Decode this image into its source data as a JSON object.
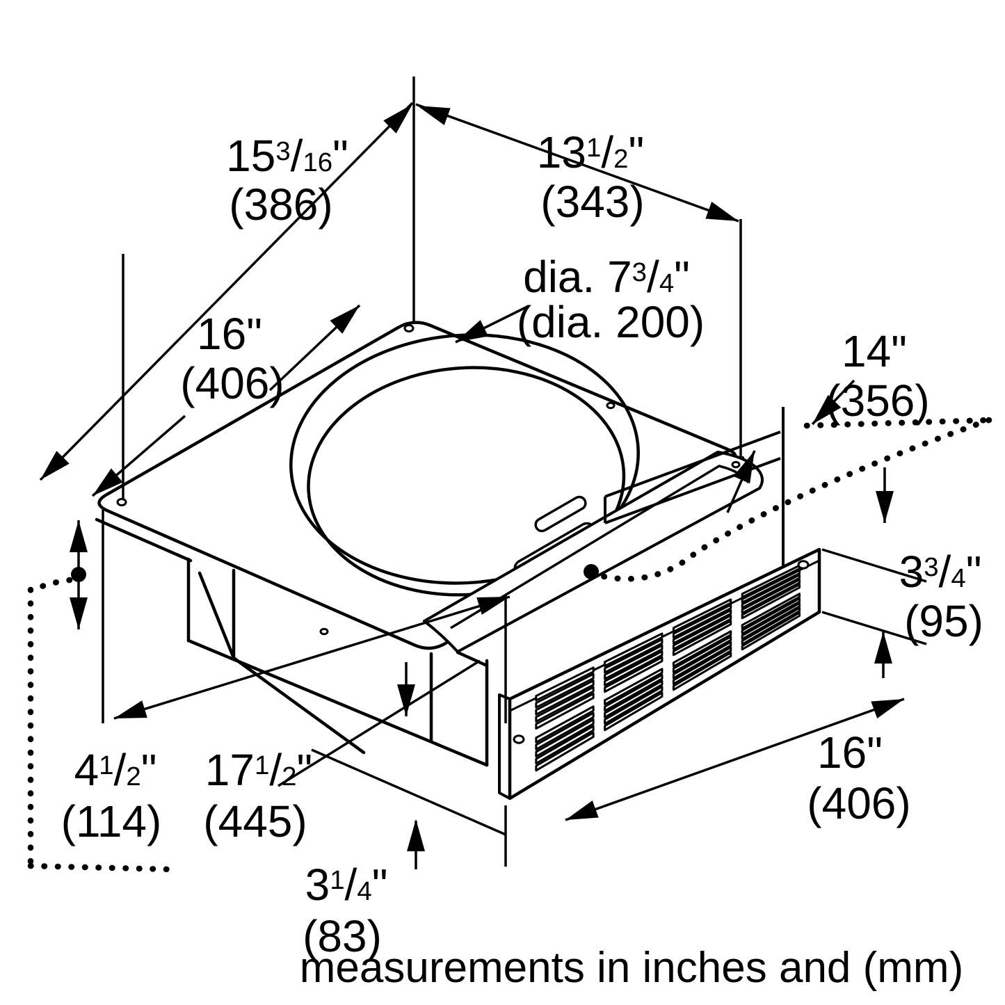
{
  "drawing": {
    "caption": "measurements in inches and (mm)",
    "line_color": "#000000",
    "background_color": "#ffffff",
    "dimensions": {
      "top_depth": {
        "inches": "15 3/16\"",
        "mm": "(386)"
      },
      "top_width": {
        "inches": "13 1/2\"",
        "mm": "(343)"
      },
      "duct": {
        "inches": "dia. 7 3/4\"",
        "mm": "(dia. 200)"
      },
      "plate_edge": {
        "inches": "16\"",
        "mm": "(406)"
      },
      "right_depth": {
        "inches": "14\"",
        "mm": "(356)"
      },
      "grille_height": {
        "inches": "3 3/4\"",
        "mm": "(95)"
      },
      "grille_width": {
        "inches": "16\"",
        "mm": "(406)"
      },
      "body_width": {
        "inches": "17 1/2\"",
        "mm": "(445)"
      },
      "left_height": {
        "inches": "4 1/2\"",
        "mm": "(114)"
      },
      "bottom_gap": {
        "inches": "3 1/4\"",
        "mm": "(83)"
      }
    }
  }
}
